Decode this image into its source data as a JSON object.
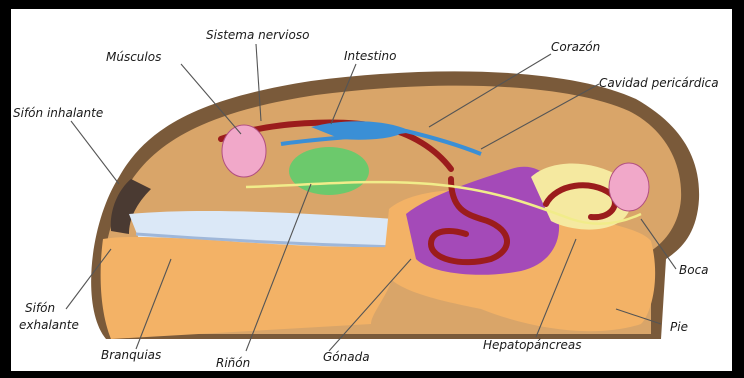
{
  "diagram": {
    "labels": {
      "sistema_nervioso": "Sistema nervioso",
      "musculos": "Músculos",
      "intestino": "Intestino",
      "corazon": "Corazón",
      "cavidad_pericardica": "Cavidad pericárdica",
      "sifon_inhalante": "Sifón inhalante",
      "sifon_exhalante_1": "Sifón",
      "sifon_exhalante_2": "exhalante",
      "branquias": "Branquias",
      "rinon": "Riñón",
      "gonada": "Gónada",
      "hepatopancreas": "Hepatopáncreas",
      "boca": "Boca",
      "pie": "Pie"
    },
    "colors": {
      "shell": "#7a5a3a",
      "mantle": "#d9a569",
      "foot": "#f3b266",
      "gills": "#dbe8f7",
      "muscle": "#f1a8c9",
      "nerve": "#f1ec8a",
      "intestine": "#9b1c1c",
      "heart_vessel": "#3a8fd6",
      "kidney": "#6cc96c",
      "gonad": "#a44ab8",
      "mouth_area": "#f5e9a0"
    }
  }
}
